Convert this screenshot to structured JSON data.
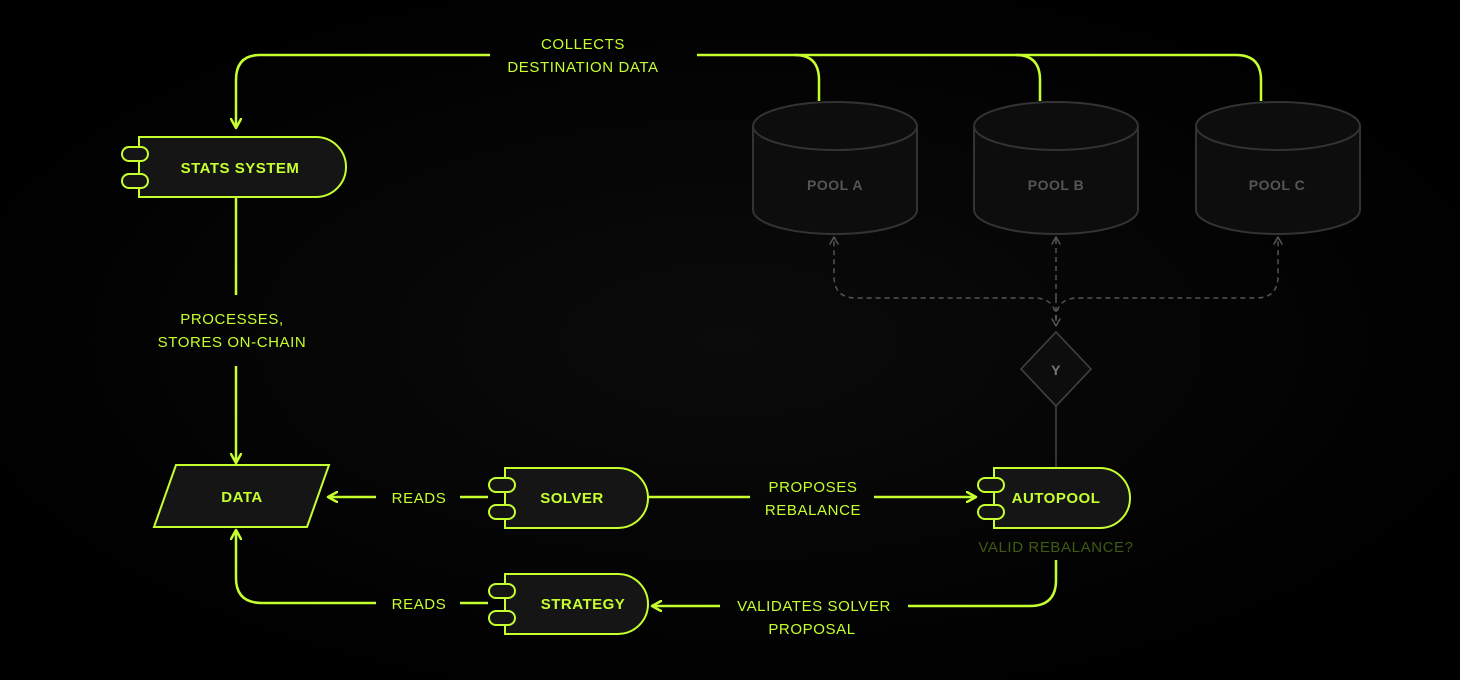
{
  "colors": {
    "accent": "#c6ff2e",
    "muted": "#3a3a3a",
    "muted_text": "#555555",
    "dim_green": "#3f5a14",
    "node_fill": "#151515"
  },
  "nodes": {
    "stats_system": "STATS SYSTEM",
    "data": "DATA",
    "solver": "SOLVER",
    "strategy": "STRATEGY",
    "autopool": "AUTOPOOL",
    "decision": "Y",
    "pool_a": "POOL A",
    "pool_b": "POOL B",
    "pool_c": "POOL C"
  },
  "edges": {
    "collects_line1": "COLLECTS",
    "collects_line2": "DESTINATION DATA",
    "processes_line1": "PROCESSES,",
    "processes_line2": "STORES ON-CHAIN",
    "reads_solver": "READS",
    "reads_strategy": "READS",
    "proposes_line1": "PROPOSES",
    "proposes_line2": "REBALANCE",
    "validates_line1": "VALIDATES SOLVER",
    "validates_line2": "PROPOSAL",
    "valid_rebalance": "VALID REBALANCE?"
  }
}
